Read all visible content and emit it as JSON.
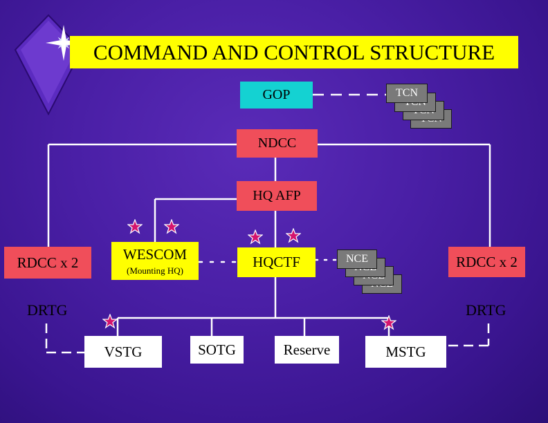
{
  "title": "COMMAND AND CONTROL STRUCTURE",
  "nodes": {
    "gop": "GOP",
    "tcn": "TCN",
    "ndcc": "NDCC",
    "hq_afp": "HQ AFP",
    "rdcc_left": "RDCC x 2",
    "rdcc_right": "RDCC x 2",
    "wescom": "WESCOM",
    "wescom_sub": "(Mounting HQ)",
    "hqctf": "HQCTF",
    "nce": "NCE",
    "drtg_left": "DRTG",
    "drtg_right": "DRTG",
    "vstg": "VSTG",
    "sotg": "SOTG",
    "reserve": "Reserve",
    "mstg": "MSTG"
  },
  "colors": {
    "background": "#3f1a9a",
    "title_box": "#ffff00",
    "command_box": "#f04e5a",
    "gop_box": "#14d2d2",
    "unit_box": "#ffffff",
    "coordination_box": "#7a7a7a",
    "star": "#d4146e"
  },
  "icons": {
    "sparkle": "sparkle-icon",
    "star": "star-icon"
  }
}
